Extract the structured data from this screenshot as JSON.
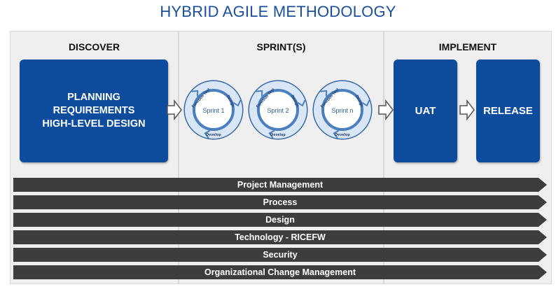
{
  "title": "HYBRID AGILE METHODOLOGY",
  "phases": {
    "discover": "DISCOVER",
    "sprints": "SPRINT(S)",
    "implement": "IMPLEMENT"
  },
  "discover_box": {
    "line1": "PLANNING",
    "line2": "REQUIREMENTS",
    "line3": "HIGH-LEVEL DESIGN"
  },
  "sprints": [
    {
      "name": "Sprint 1",
      "top_label": "Function Test",
      "right_label": "Design",
      "bottom_label": "Develop"
    },
    {
      "name": "Sprint 2",
      "top_label": "Function Test",
      "right_label": "Design",
      "bottom_label": "Develop"
    },
    {
      "name": "Sprint n",
      "top_label": "Function Test",
      "right_label": "Design",
      "bottom_label": "Develop"
    }
  ],
  "implement_boxes": {
    "uat": "UAT",
    "release": "RELEASE"
  },
  "workstreams": [
    "Project Management",
    "Process",
    "Design",
    "Technology - RICEFW",
    "Security",
    "Organizational Change Management"
  ],
  "colors": {
    "title": "#1b4f9a",
    "box_fill": "#0d4c9d",
    "sprint_ring": "#4b7fbf",
    "workstream_bar": "#3d3d3d"
  }
}
